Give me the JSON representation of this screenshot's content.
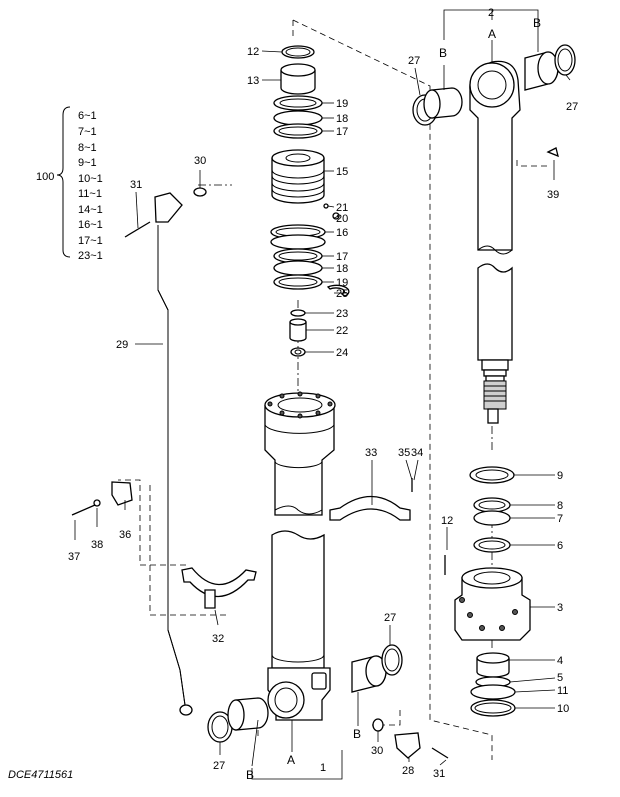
{
  "figure_ref": "DCE4711561",
  "kit_group": {
    "label": "100",
    "items": [
      "6~1",
      "7~1",
      "8~1",
      "9~1",
      "10~1",
      "11~1",
      "14~1",
      "16~1",
      "17~1",
      "23~1"
    ]
  },
  "callouts": {
    "c1": "1",
    "c2": "2",
    "c3": "3",
    "c4": "4",
    "c5": "5",
    "c6": "6",
    "c7": "7",
    "c8": "8",
    "c9": "9",
    "c10": "10",
    "c11": "11",
    "c12a": "12",
    "c12b": "12",
    "c13": "13",
    "c15": "15",
    "c16": "16",
    "c17a": "17",
    "c17b": "17",
    "c18a": "18",
    "c18b": "18",
    "c19a": "19",
    "c19b": "19",
    "c20": "20",
    "c21": "21",
    "c22": "22",
    "c23": "23",
    "c24": "24",
    "c25": "25",
    "c27a": "27",
    "c27b": "27",
    "c27c": "27",
    "c27d": "27",
    "c28": "28",
    "c29": "29",
    "c30a": "30",
    "c30b": "30",
    "c31a": "31",
    "c31b": "31",
    "c32": "32",
    "c33": "33",
    "c34": "34",
    "c35": "35",
    "c36": "36",
    "c37": "37",
    "c38": "38",
    "c39": "39"
  },
  "markers": {
    "a_top": "A",
    "b_top_left": "B",
    "b_top_right": "B",
    "a_bottom": "A",
    "b_bottom_left": "B",
    "b_bottom_right": "B"
  }
}
